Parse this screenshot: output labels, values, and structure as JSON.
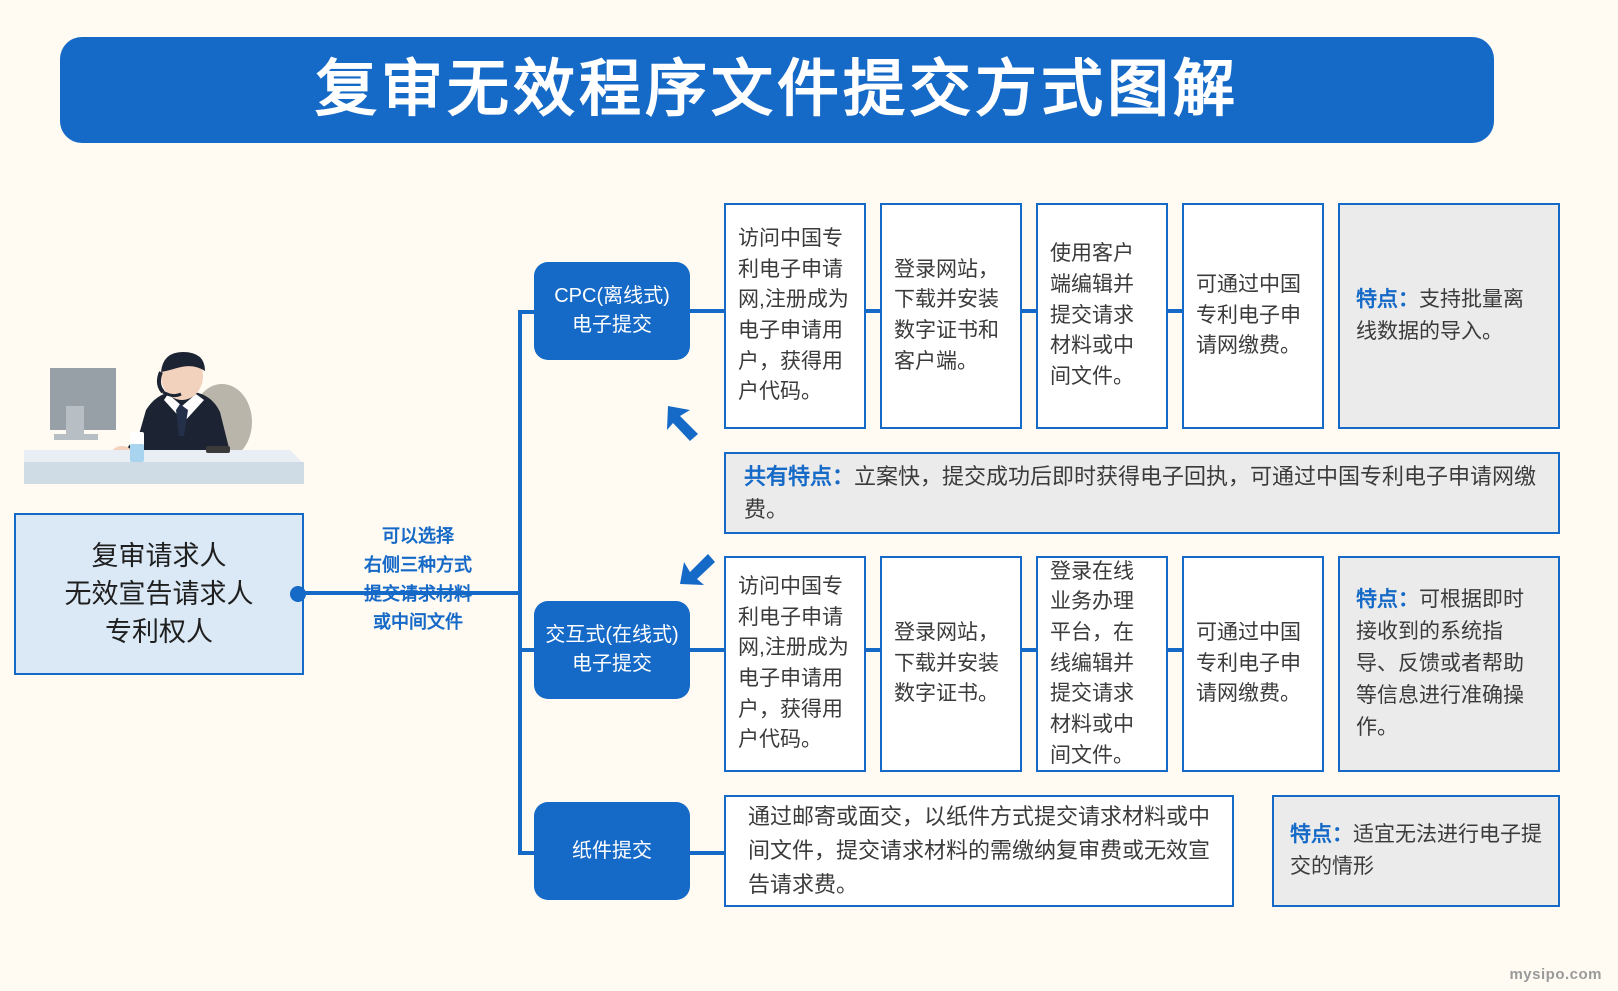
{
  "title": "复审无效程序文件提交方式图解",
  "actor": {
    "lines": [
      "复审请求人",
      "无效宣告请求人",
      "专利权人"
    ]
  },
  "connector": {
    "lines": [
      "可以选择",
      "右侧三种方式",
      "提交请求材料",
      "或中间文件"
    ]
  },
  "shared_band": {
    "label": "共有特点：",
    "text": "立案快，提交成功后即时获得电子回执，可通过中国专利电子申请网缴费。"
  },
  "rows": [
    {
      "node": [
        "CPC(离线式)",
        "电子提交"
      ],
      "steps": [
        "访问中国专利电子申请网,注册成为电子申请用户，获得用户代码。",
        "登录网站，下载并安装数字证书和客户端。",
        "使用客户端编辑并提交请求材料或中间文件。",
        "可通过中国专利电子申请网缴费。"
      ],
      "feature_label": "特点：",
      "feature_text": "支持批量离线数据的导入。"
    },
    {
      "node": [
        "交互式(在线式)",
        "电子提交"
      ],
      "steps": [
        "访问中国专利电子申请网,注册成为电子申请用户，获得用户代码。",
        "登录网站，下载并安装数字证书。",
        "登录在线业务办理平台，在线编辑并提交请求材料或中间文件。",
        "可通过中国专利电子申请网缴费。"
      ],
      "feature_label": "特点：",
      "feature_text": "可根据即时接收到的系统指导、反馈或者帮助等信息进行准确操作。"
    },
    {
      "node": [
        "纸件提交"
      ],
      "steps": [
        "通过邮寄或面交，以纸件方式提交请求材料或中间文件，提交请求材料的需缴纳复审费或无效宣告请求费。"
      ],
      "feature_label": "特点：",
      "feature_text": "适宜无法进行电子提交的情形"
    }
  ],
  "watermark": "mysipo.com",
  "colors": {
    "brand_blue": "#1569c7",
    "background": "#fffaf2",
    "actor_fill": "#dbe9f6",
    "feature_fill": "#ebebeb"
  }
}
